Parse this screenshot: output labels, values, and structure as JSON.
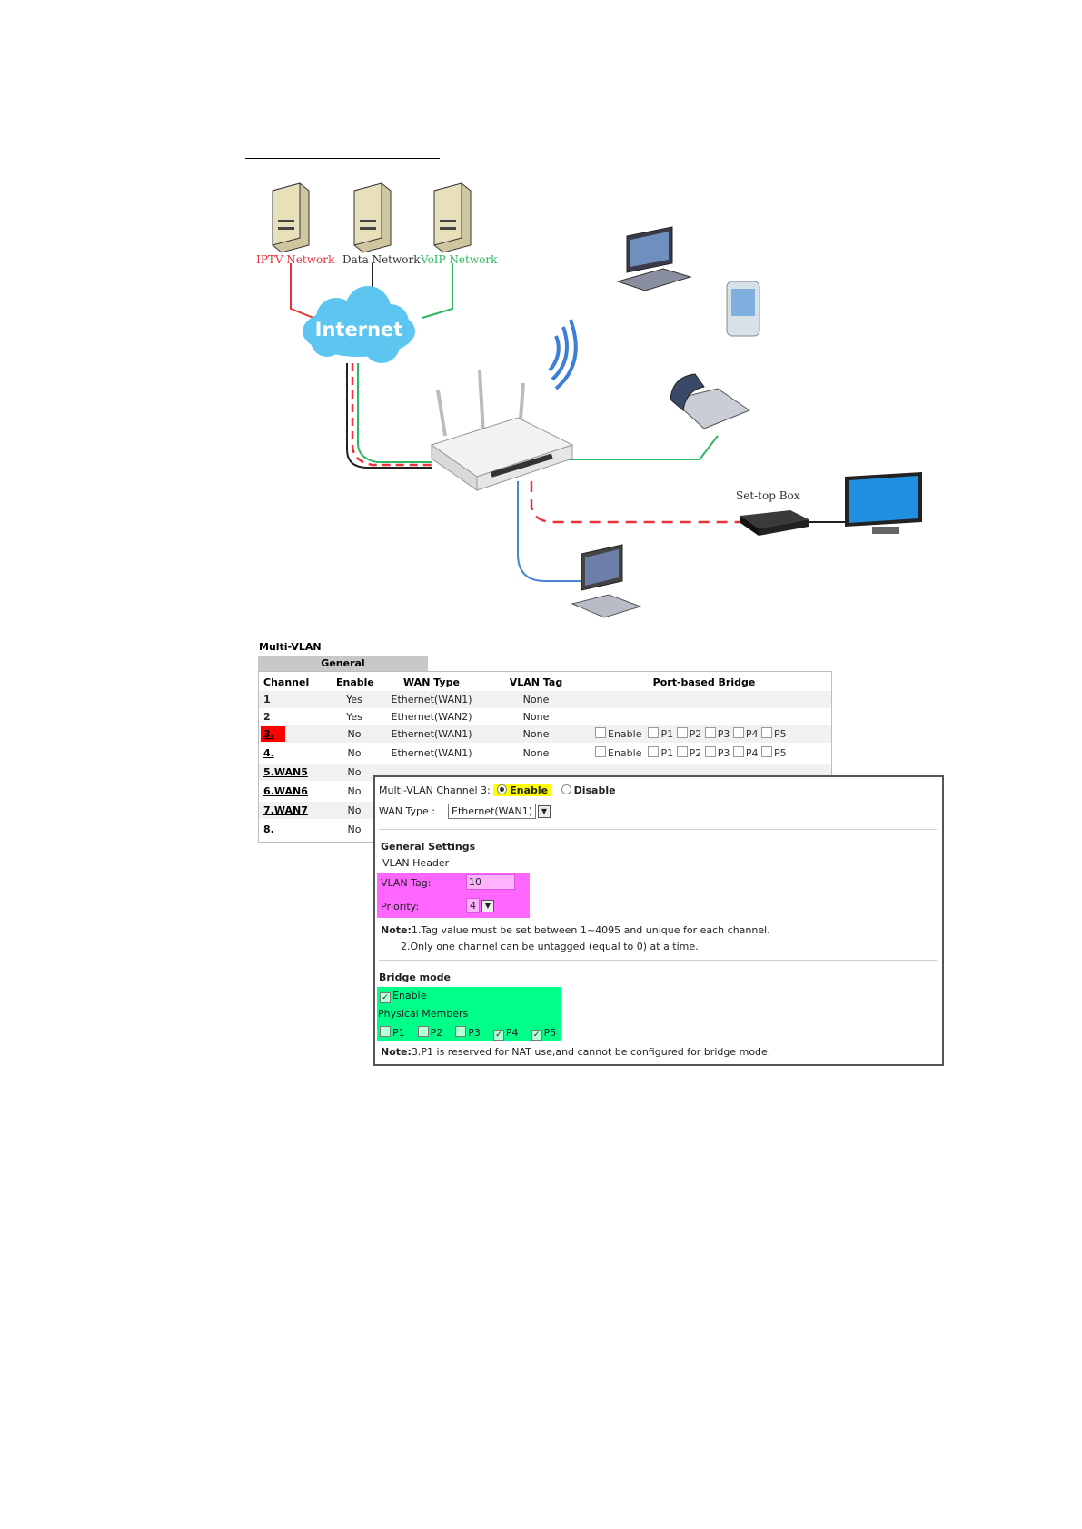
{
  "diagram": {
    "servers": [
      {
        "label": "IPTV Network",
        "color": "#e8323c"
      },
      {
        "label": "Data Network",
        "color": "#333333"
      },
      {
        "label": "VoIP Network",
        "color": "#2eb860"
      }
    ],
    "cloud_label": "Internet",
    "settop_label": "Set-top Box"
  },
  "table": {
    "title": "Multi-VLAN",
    "tab": "General",
    "headers": [
      "Channel",
      "Enable",
      "WAN Type",
      "VLAN Tag",
      "Port-based Bridge"
    ],
    "rows": [
      {
        "channel": "1",
        "enable": "Yes",
        "wan": "Ethernet(WAN1)",
        "vlan": "None"
      },
      {
        "channel": "2",
        "enable": "Yes",
        "wan": "Ethernet(WAN2)",
        "vlan": "None"
      },
      {
        "channel": "3.",
        "enable": "No",
        "wan": "Ethernet(WAN1)",
        "vlan": "None"
      },
      {
        "channel": "4.",
        "enable": "No",
        "wan": "Ethernet(WAN1)",
        "vlan": "None"
      },
      {
        "channel": "5.WAN5",
        "enable": "No"
      },
      {
        "channel": "6.WAN6",
        "enable": "No"
      },
      {
        "channel": "7.WAN7",
        "enable": "No"
      },
      {
        "channel": "8.",
        "enable": "No"
      }
    ],
    "bridge_labels": [
      "Enable",
      "P1",
      "P2",
      "P3",
      "P4",
      "P5"
    ]
  },
  "popup": {
    "channel_label": "Multi-VLAN Channel 3:",
    "enable": "Enable",
    "disable": "Disable",
    "wan_type_label": "WAN Type :",
    "wan_type_value": "Ethernet(WAN1)",
    "general_settings": "General Settings",
    "vlan_header": "VLAN Header",
    "vlan_tag_label": "VLAN Tag:",
    "vlan_tag_value": "10",
    "priority_label": "Priority:",
    "priority_value": "4",
    "note_prefix": "Note:",
    "note1": "1.Tag value must be set between 1~4095 and unique for each channel.",
    "note2": "2.Only one channel can be untagged (equal to 0) at a time.",
    "bridge_mode": "Bridge mode",
    "bridge_enable": "Enable",
    "physical_members": "Physical Members",
    "members": [
      {
        "label": "P1",
        "checked": false
      },
      {
        "label": "P2",
        "checked": false
      },
      {
        "label": "P3",
        "checked": false
      },
      {
        "label": "P4",
        "checked": true
      },
      {
        "label": "P5",
        "checked": true
      }
    ],
    "note3": "3.P1 is reserved for NAT use,and cannot be configured for bridge mode."
  }
}
